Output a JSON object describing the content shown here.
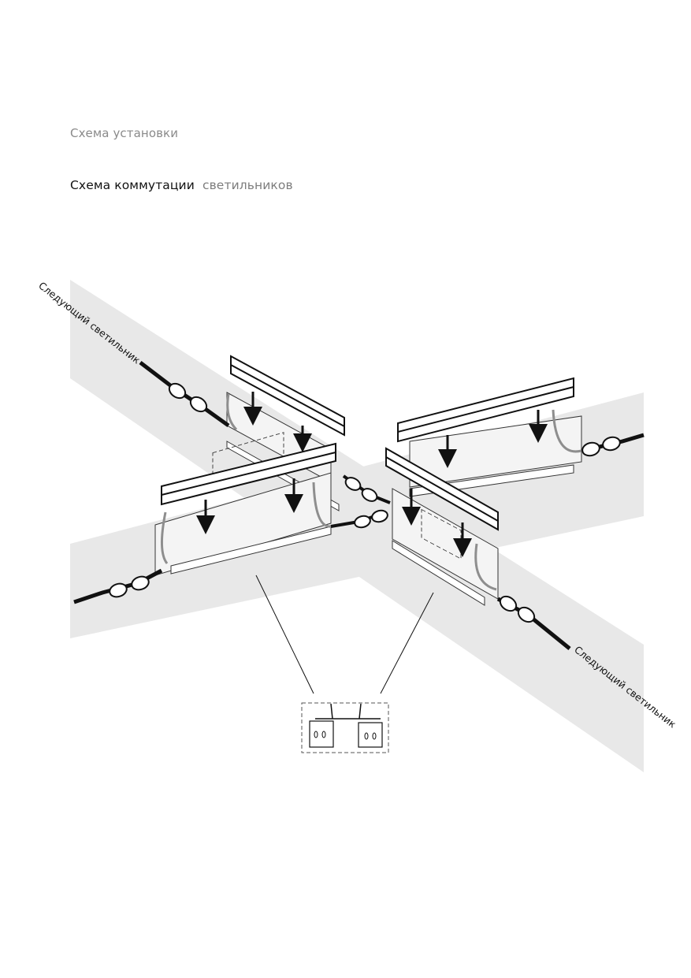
{
  "header": {
    "section_title": "Схема установки",
    "subtitle_main": "Схема коммутации",
    "subtitle_secondary": "светильников"
  },
  "diagram": {
    "label_next_fixture_top_left": "Следующий светильник",
    "label_next_fixture_bottom_right": "Следующий светильник",
    "colors": {
      "floor_band": "#e8e8e8",
      "outline": "#111111",
      "cable": "#8e8e8e",
      "plate": "#f4f4f4"
    }
  }
}
